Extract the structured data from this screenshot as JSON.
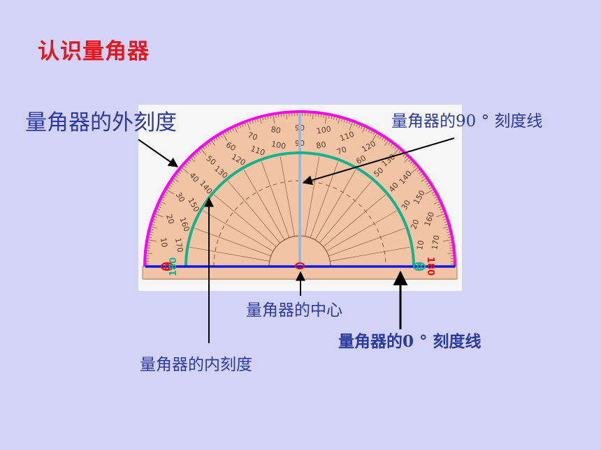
{
  "slide": {
    "title": "认识量角器",
    "labels": {
      "outer_scale": "量角器的外刻度",
      "ninety_line": "量角器的90 ° 刻度线",
      "center": "量角器的中心",
      "zero_line": "量角器的0 ° 刻度线",
      "inner_scale": "量角器的内刻度"
    },
    "protractor": {
      "outer_marks": [
        "0",
        "10",
        "20",
        "30",
        "40",
        "50",
        "60",
        "70",
        "80",
        "90",
        "100",
        "110",
        "120",
        "130",
        "140",
        "150",
        "160",
        "170",
        "180"
      ],
      "inner_marks": [
        "180",
        "170",
        "160",
        "150",
        "140",
        "130",
        "120",
        "110",
        "100",
        "90",
        "80",
        "70",
        "60",
        "50",
        "40",
        "30",
        "20",
        "10",
        "0"
      ]
    },
    "colors": {
      "background": "#d3d3f5",
      "title": "#e8141c",
      "label": "#2b3a9c",
      "protractor": "#f0c4a4",
      "outer_arc": "#ff00ff",
      "inner_arc": "#12b28e",
      "zero_line": "#0a16e8"
    }
  }
}
